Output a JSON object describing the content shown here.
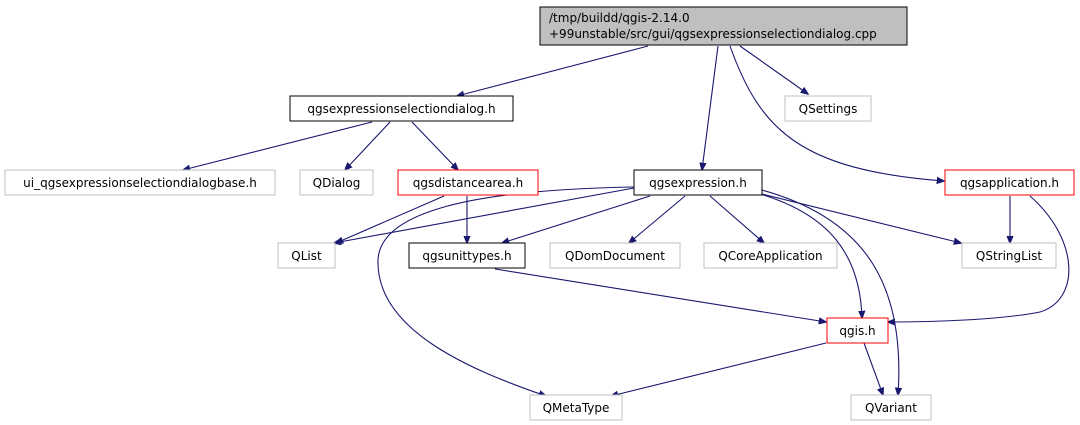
{
  "nodes": {
    "root": {
      "line1": "/tmp/buildd/qgis-2.14.0",
      "line2": "+99unstable/src/gui/qgsexpressionselectiondialog.cpp"
    },
    "dialog_h": {
      "label": "qgsexpressionselectiondialog.h"
    },
    "qsettings": {
      "label": "QSettings"
    },
    "ui_base": {
      "label": "ui_qgsexpressionselectiondialogbase.h"
    },
    "qdialog": {
      "label": "QDialog"
    },
    "distancearea": {
      "label": "qgsdistancearea.h"
    },
    "expression": {
      "label": "qgsexpression.h"
    },
    "application": {
      "label": "qgsapplication.h"
    },
    "qlist": {
      "label": "QList"
    },
    "unittypes": {
      "label": "qgsunittypes.h"
    },
    "qdomdocument": {
      "label": "QDomDocument"
    },
    "qcoreapplication": {
      "label": "QCoreApplication"
    },
    "qstringlist": {
      "label": "QStringList"
    },
    "qgis": {
      "label": "qgis.h"
    },
    "qmetatype": {
      "label": "QMetaType"
    },
    "qvariant": {
      "label": "QVariant"
    }
  },
  "colors": {
    "edge": "#191970",
    "root_fill": "#bfbfbf",
    "border_documented": "#000000",
    "border_truncated": "#ff0000",
    "border_external": "#bfbfbf",
    "text": "#000000"
  }
}
